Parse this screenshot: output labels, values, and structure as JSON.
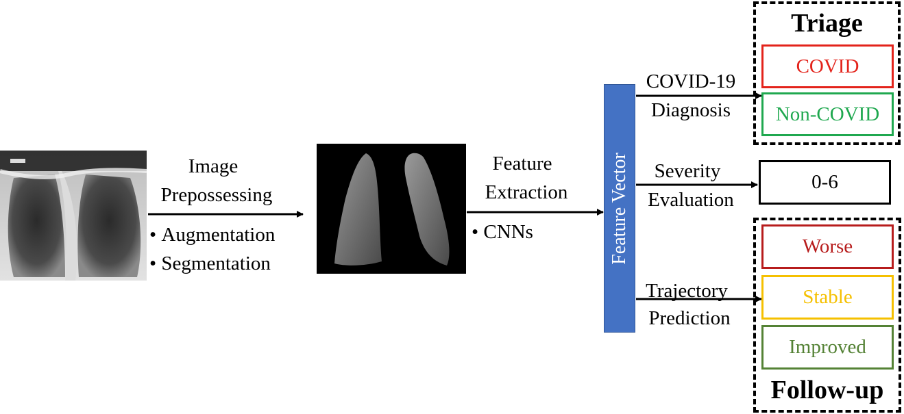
{
  "preprocessing": {
    "title_line1": "Image",
    "title_line2": "Prepossessing",
    "bullets": [
      "Augmentation",
      "Segmentation"
    ]
  },
  "extraction": {
    "title_line1": "Feature",
    "title_line2": "Extraction",
    "bullets": [
      "CNNs"
    ]
  },
  "feature_vector": {
    "label": "Feature Vector",
    "color": "#4472C4"
  },
  "branches": {
    "diagnosis": {
      "line1": "COVID-19",
      "line2": "Diagnosis"
    },
    "severity": {
      "line1": "Severity",
      "line2": "Evaluation"
    },
    "trajectory": {
      "line1": "Trajectory",
      "line2": "Prediction"
    }
  },
  "triage": {
    "heading": "Triage",
    "items": [
      {
        "label": "COVID",
        "color": "#E3231B"
      },
      {
        "label": "Non-COVID",
        "color": "#1FA84F"
      }
    ]
  },
  "severity_output": {
    "label": "0-6",
    "color": "#000000"
  },
  "followup": {
    "heading": "Follow-up",
    "items": [
      {
        "label": "Worse",
        "color": "#B71C1C"
      },
      {
        "label": "Stable",
        "color": "#F5C000"
      },
      {
        "label": "Improved",
        "color": "#548235"
      }
    ]
  }
}
